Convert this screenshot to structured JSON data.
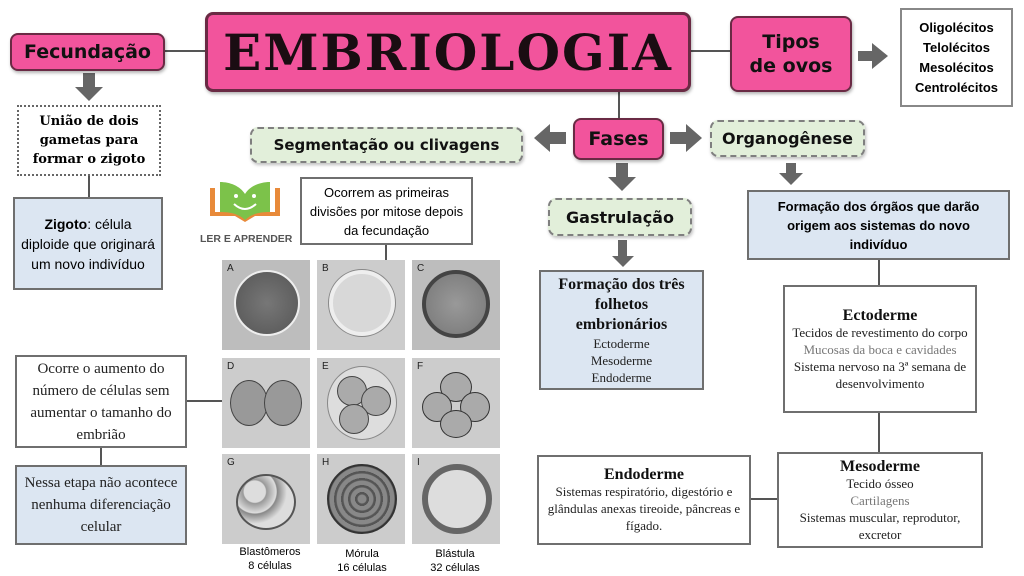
{
  "title": "EMBRIOLOGIA",
  "fecundacao": {
    "label": "Fecundação",
    "definition": "União de dois gametas para formar o zigoto",
    "zigoto_term": "Zigoto",
    "zigoto_text": ": célula diploide que originará um novo indivíduo"
  },
  "tipos_ovos": {
    "label": "Tipos de ovos",
    "items": [
      "Oligolécitos",
      "Telolécitos",
      "Mesolécitos",
      "Centrolécitos"
    ]
  },
  "fases": {
    "label": "Fases"
  },
  "segmentacao": {
    "label": "Segmentação ou clivagens",
    "description": "Ocorrem as primeiras divisões por mitose depois da fecundação",
    "aumento": "Ocorre o aumento do número de células sem aumentar o tamanho do embrião",
    "diferenciacao": "Nessa etapa não acontece nenhuma diferenciação celular",
    "image_letters": [
      "A",
      "B",
      "C",
      "D",
      "E",
      "F",
      "G",
      "H",
      "I"
    ],
    "captions": [
      {
        "name": "Blastômeros",
        "count": "8 células"
      },
      {
        "name": "Mórula",
        "count": "16 células"
      },
      {
        "name": "Blástula",
        "count": "32 células"
      }
    ]
  },
  "logo": {
    "text": "LER E APRENDER"
  },
  "gastrulacao": {
    "label": "Gastrulação",
    "heading": "Formação dos três folhetos embrionários",
    "items": [
      "Ectoderme",
      "Mesoderme",
      "Endoderme"
    ]
  },
  "organogenese": {
    "label": "Organogênese",
    "description": "Formação dos órgãos que darão origem aos sistemas do novo indivíduo",
    "ectoderme": {
      "title": "Ectoderme",
      "l1": "Tecidos de revestimento do corpo",
      "l2": "Mucosas da boca e cavidades",
      "l3": "Sistema nervoso na 3ª semana de desenvolvimento"
    },
    "mesoderme": {
      "title": "Mesoderme",
      "l1": "Tecido ósseo",
      "l2": "Cartilagens",
      "l3": "Sistemas muscular, reprodutor, excretor"
    },
    "endoderme": {
      "title": "Endoderme",
      "l1": "Sistemas respiratório, digestório e glândulas anexas tireoide, pâncreas e fígado."
    }
  },
  "colors": {
    "pink": "#f2549c",
    "green": "#e2efda",
    "blue": "#dce6f2"
  }
}
